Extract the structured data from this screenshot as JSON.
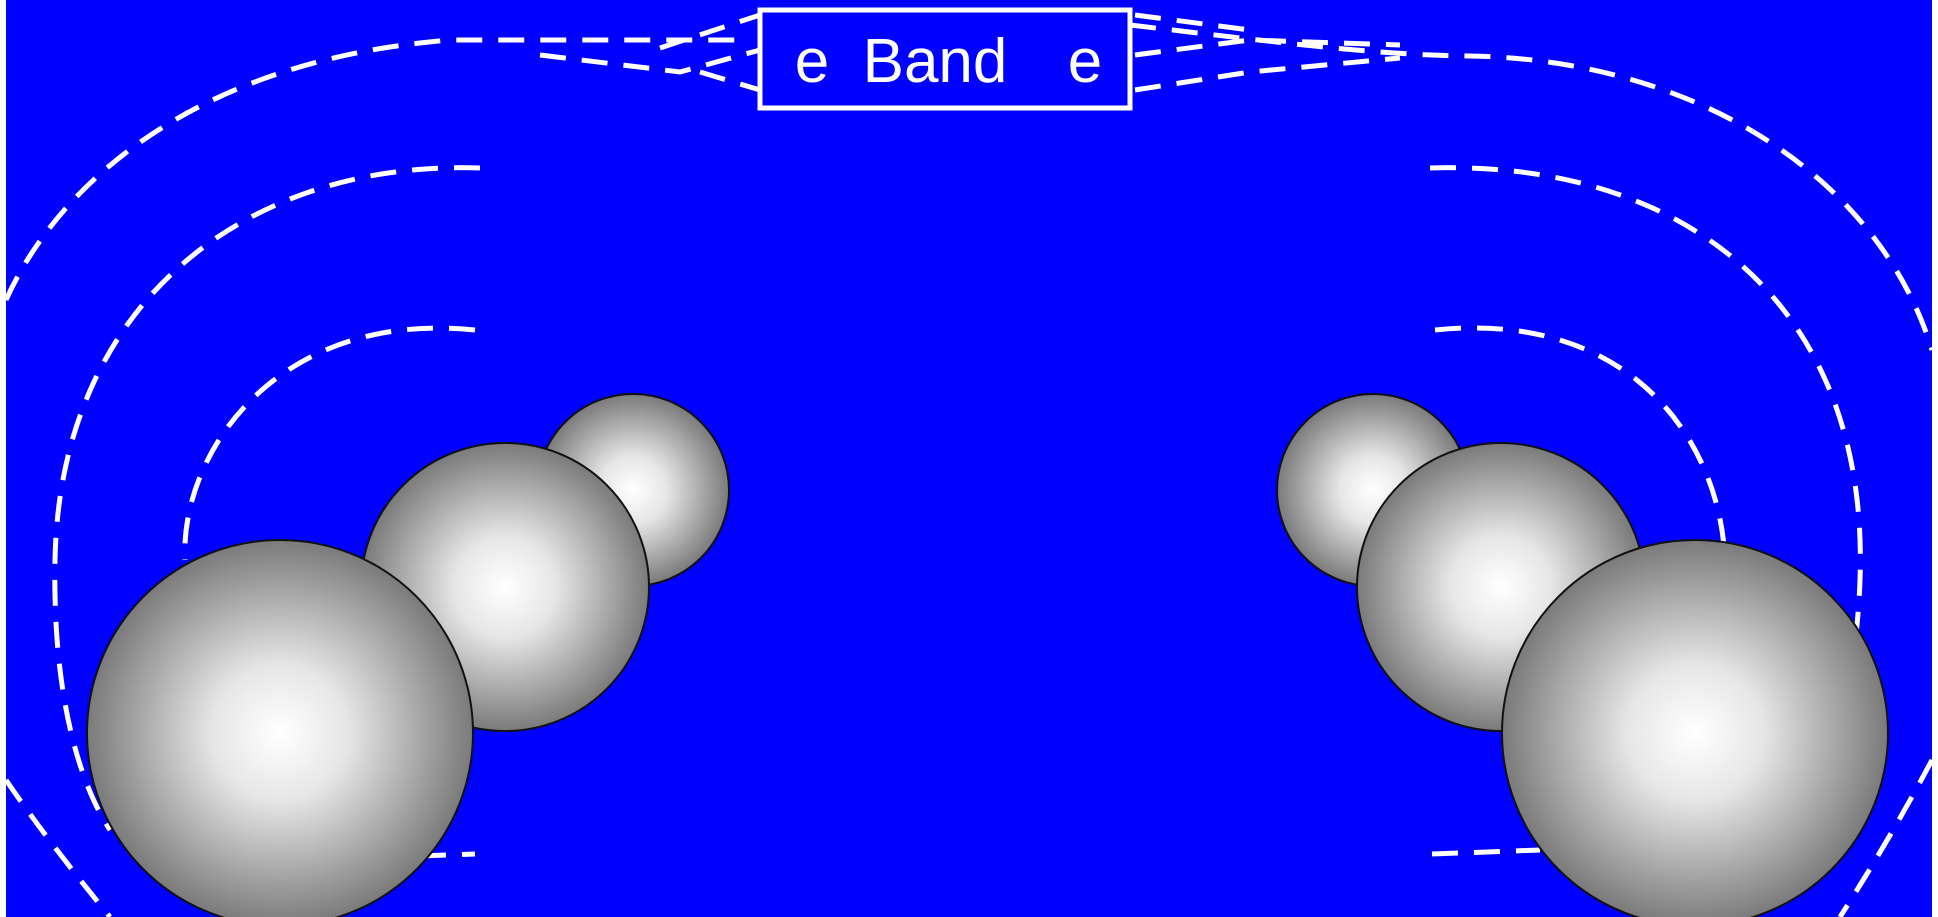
{
  "label": {
    "left_e": "e",
    "word": "Band",
    "right_e": "e"
  },
  "colors": {
    "background": "#0000ff",
    "lines": "#ffffff",
    "sphere_highlight": "#ffffff",
    "sphere_shadow": "#7a7a7a",
    "sphere_outline": "#111111"
  }
}
